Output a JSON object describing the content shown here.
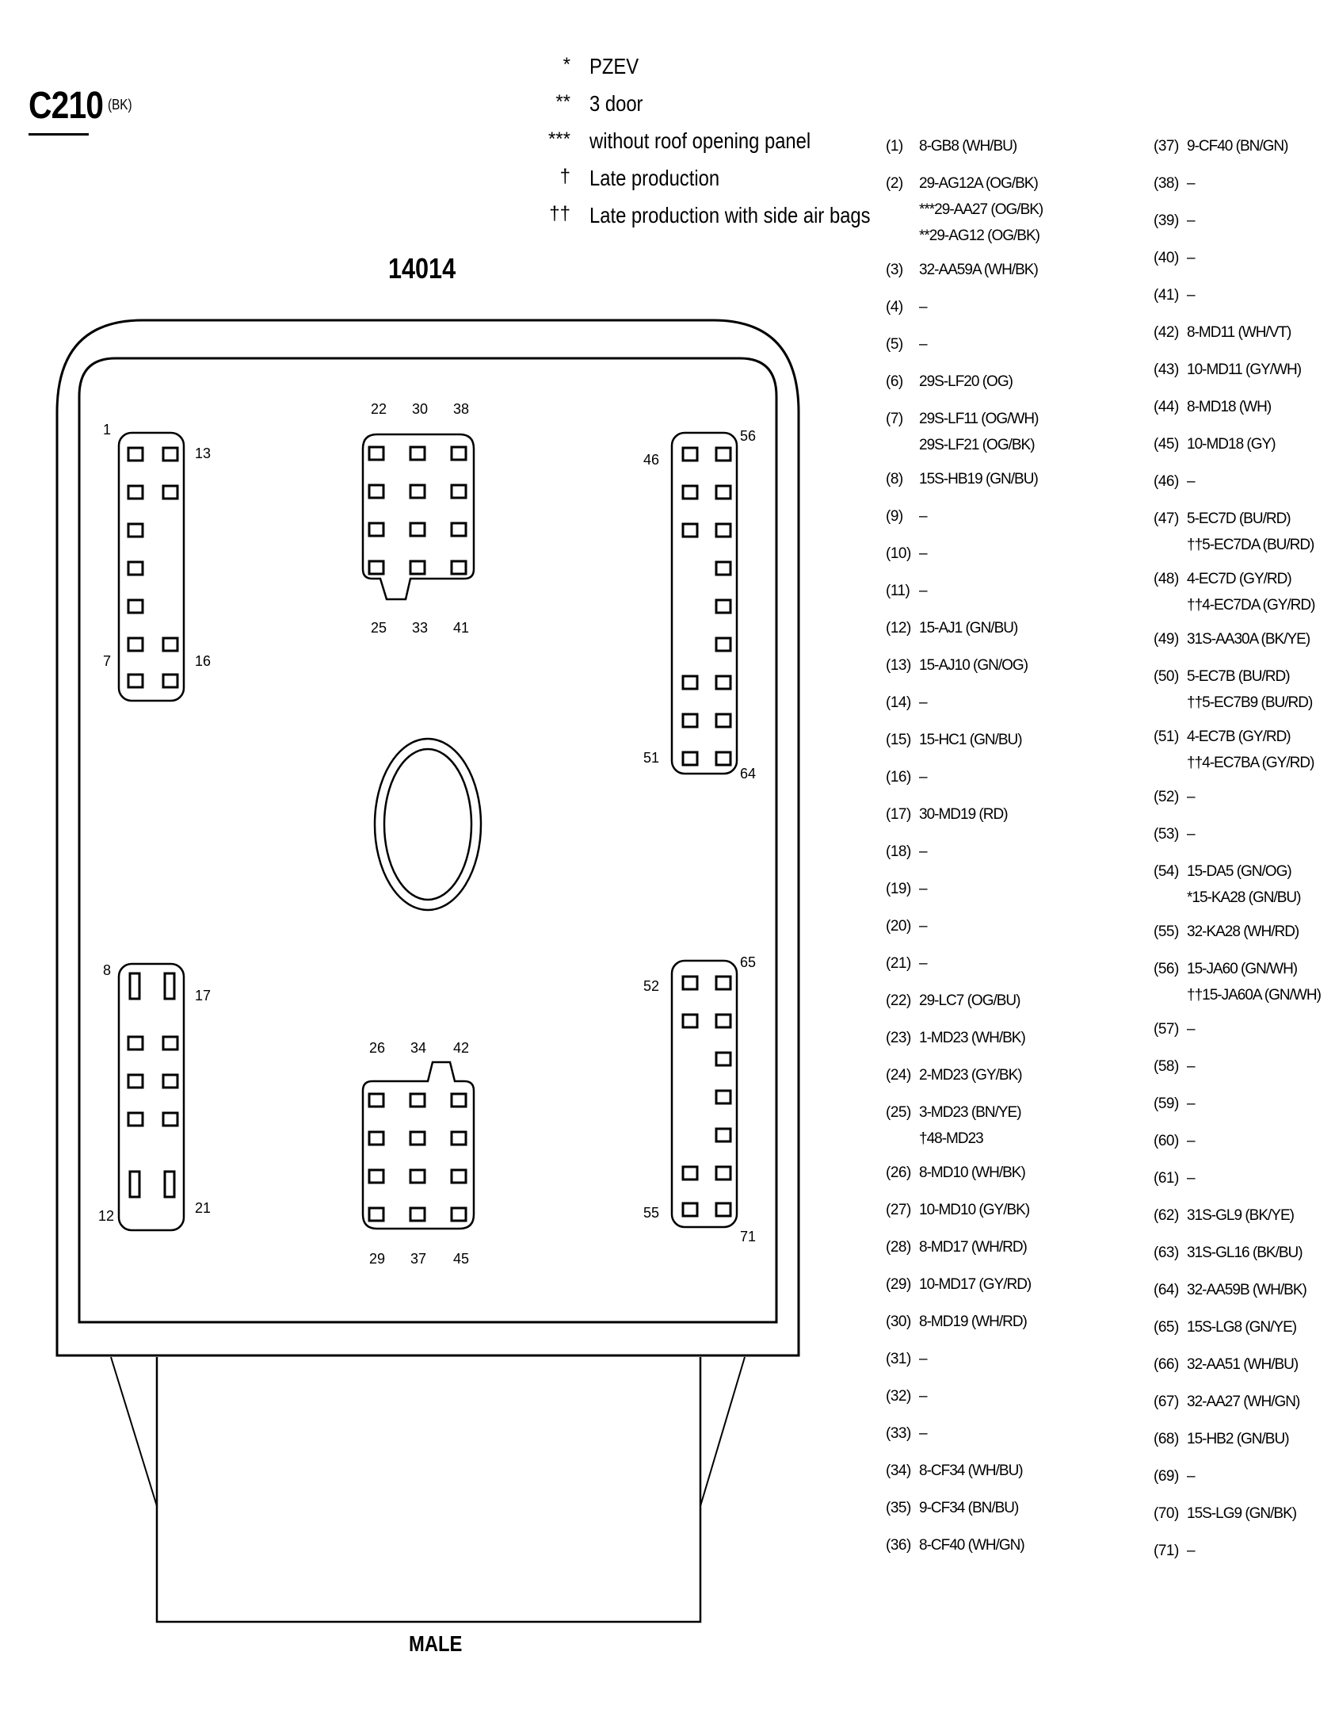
{
  "connector": {
    "id": "C210",
    "color": "(BK)",
    "part_number": "14014",
    "gender": "MALE"
  },
  "notes": [
    {
      "symbol": "*",
      "text": "PZEV"
    },
    {
      "symbol": "**",
      "text": "3 door"
    },
    {
      "symbol": "***",
      "text": "without roof opening panel"
    },
    {
      "symbol": "†",
      "text": "Late production"
    },
    {
      "symbol": "††",
      "text": "Late production with side air bags"
    }
  ],
  "cavity_labels": [
    "1",
    "7",
    "8",
    "12",
    "13",
    "16",
    "17",
    "21",
    "22",
    "30",
    "38",
    "25",
    "33",
    "41",
    "26",
    "34",
    "42",
    "29",
    "37",
    "45",
    "46",
    "56",
    "51",
    "64",
    "52",
    "65",
    "55",
    "71"
  ],
  "pins_col1": [
    {
      "num": "(1)",
      "desc": "8-GB8 (WH/BU)"
    },
    {
      "num": "(2)",
      "desc": "29-AG12A (OG/BK)\n***29-AA27 (OG/BK)\n**29-AG12 (OG/BK)"
    },
    {
      "num": "(3)",
      "desc": "32-AA59A (WH/BK)"
    },
    {
      "num": "(4)",
      "desc": "–"
    },
    {
      "num": "(5)",
      "desc": "–"
    },
    {
      "num": "(6)",
      "desc": "29S-LF20 (OG)"
    },
    {
      "num": "(7)",
      "desc": "29S-LF11 (OG/WH)\n29S-LF21 (OG/BK)"
    },
    {
      "num": "(8)",
      "desc": "15S-HB19 (GN/BU)"
    },
    {
      "num": "(9)",
      "desc": "–"
    },
    {
      "num": "(10)",
      "desc": "–"
    },
    {
      "num": "(11)",
      "desc": "–"
    },
    {
      "num": "(12)",
      "desc": "15-AJ1 (GN/BU)"
    },
    {
      "num": "(13)",
      "desc": "15-AJ10 (GN/OG)"
    },
    {
      "num": "(14)",
      "desc": "–"
    },
    {
      "num": "(15)",
      "desc": "15-HC1 (GN/BU)"
    },
    {
      "num": "(16)",
      "desc": "–"
    },
    {
      "num": "(17)",
      "desc": "30-MD19 (RD)"
    },
    {
      "num": "(18)",
      "desc": "–"
    },
    {
      "num": "(19)",
      "desc": "–"
    },
    {
      "num": "(20)",
      "desc": "–"
    },
    {
      "num": "(21)",
      "desc": "–"
    },
    {
      "num": "(22)",
      "desc": "29-LC7 (OG/BU)"
    },
    {
      "num": "(23)",
      "desc": "1-MD23 (WH/BK)"
    },
    {
      "num": "(24)",
      "desc": "2-MD23 (GY/BK)"
    },
    {
      "num": "(25)",
      "desc": "3-MD23 (BN/YE)\n†48-MD23"
    },
    {
      "num": "(26)",
      "desc": "8-MD10 (WH/BK)"
    },
    {
      "num": "(27)",
      "desc": "10-MD10 (GY/BK)"
    },
    {
      "num": "(28)",
      "desc": "8-MD17 (WH/RD)"
    },
    {
      "num": "(29)",
      "desc": "10-MD17 (GY/RD)"
    },
    {
      "num": "(30)",
      "desc": "8-MD19 (WH/RD)"
    },
    {
      "num": "(31)",
      "desc": "–"
    },
    {
      "num": "(32)",
      "desc": "–"
    },
    {
      "num": "(33)",
      "desc": "–"
    },
    {
      "num": "(34)",
      "desc": "8-CF34 (WH/BU)"
    },
    {
      "num": "(35)",
      "desc": "9-CF34 (BN/BU)"
    },
    {
      "num": "(36)",
      "desc": "8-CF40 (WH/GN)"
    }
  ],
  "pins_col2": [
    {
      "num": "(37)",
      "desc": "9-CF40 (BN/GN)"
    },
    {
      "num": "(38)",
      "desc": "–"
    },
    {
      "num": "(39)",
      "desc": "–"
    },
    {
      "num": "(40)",
      "desc": "–"
    },
    {
      "num": "(41)",
      "desc": "–"
    },
    {
      "num": "(42)",
      "desc": "8-MD11 (WH/VT)"
    },
    {
      "num": "(43)",
      "desc": "10-MD11 (GY/WH)"
    },
    {
      "num": "(44)",
      "desc": "8-MD18 (WH)"
    },
    {
      "num": "(45)",
      "desc": "10-MD18 (GY)"
    },
    {
      "num": "(46)",
      "desc": "–"
    },
    {
      "num": "(47)",
      "desc": "5-EC7D (BU/RD)\n††5-EC7DA (BU/RD)"
    },
    {
      "num": "(48)",
      "desc": "4-EC7D (GY/RD)\n††4-EC7DA (GY/RD)"
    },
    {
      "num": "(49)",
      "desc": "31S-AA30A (BK/YE)"
    },
    {
      "num": "(50)",
      "desc": "5-EC7B (BU/RD)\n††5-EC7B9 (BU/RD)"
    },
    {
      "num": "(51)",
      "desc": "4-EC7B (GY/RD)\n††4-EC7BA (GY/RD)"
    },
    {
      "num": "(52)",
      "desc": "–"
    },
    {
      "num": "(53)",
      "desc": "–"
    },
    {
      "num": "(54)",
      "desc": "15-DA5 (GN/OG)\n*15-KA28 (GN/BU)"
    },
    {
      "num": "(55)",
      "desc": "32-KA28 (WH/RD)"
    },
    {
      "num": "(56)",
      "desc": "15-JA60 (GN/WH)\n††15-JA60A (GN/WH)"
    },
    {
      "num": "(57)",
      "desc": "–"
    },
    {
      "num": "(58)",
      "desc": "–"
    },
    {
      "num": "(59)",
      "desc": "–"
    },
    {
      "num": "(60)",
      "desc": "–"
    },
    {
      "num": "(61)",
      "desc": "–"
    },
    {
      "num": "(62)",
      "desc": "31S-GL9 (BK/YE)"
    },
    {
      "num": "(63)",
      "desc": "31S-GL16 (BK/BU)"
    },
    {
      "num": "(64)",
      "desc": "32-AA59B (WH/BK)"
    },
    {
      "num": "(65)",
      "desc": "15S-LG8 (GN/YE)"
    },
    {
      "num": "(66)",
      "desc": "32-AA51 (WH/BU)"
    },
    {
      "num": "(67)",
      "desc": "32-AA27 (WH/GN)"
    },
    {
      "num": "(68)",
      "desc": "15-HB2 (GN/BU)"
    },
    {
      "num": "(69)",
      "desc": "–"
    },
    {
      "num": "(70)",
      "desc": "15S-LG9 (GN/BK)"
    },
    {
      "num": "(71)",
      "desc": "–"
    }
  ]
}
